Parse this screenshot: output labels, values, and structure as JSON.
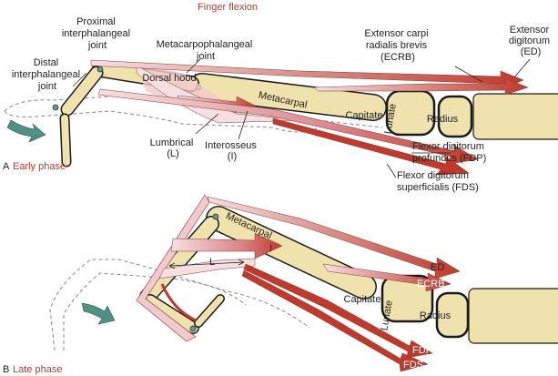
{
  "title": "Finger flexion",
  "colors": {
    "accent": "#c0392b",
    "bone": "#f0e2ad",
    "tendon_light": "#f3d3d6",
    "tendon_dark": "#c0392b",
    "motion_arrow": "#4f8f86"
  },
  "panel_a": {
    "letter": "A",
    "phase": "Early phase",
    "labels": {
      "pip": [
        "Proximal",
        "interphalangeal",
        "joint"
      ],
      "dip": [
        "Distal",
        "interphalangeal",
        "joint"
      ],
      "mcp": [
        "Metacarpophalangeal",
        "joint"
      ],
      "dorsal_hood": "Dorsal hood",
      "metacarpal": "Metacarpal",
      "capitate": "Capitate",
      "lunate": "Lunate",
      "radius": "Radius",
      "lumbrical": [
        "Lumbrical",
        "(L)"
      ],
      "interosseus": [
        "Interosseus",
        "(I)"
      ],
      "ecrb": [
        "Extensor carpi",
        "radialis brevis",
        "(ECRB)"
      ],
      "ed": [
        "Extensor",
        "digitorum",
        "(ED)"
      ],
      "fdp": [
        "Flexor digitorum",
        "profundus (FDP)"
      ],
      "fds": [
        "Flexor digitorum",
        "superficialis (FDS)"
      ]
    }
  },
  "panel_b": {
    "letter": "B",
    "phase": "Late phase",
    "labels": {
      "metacarpal": "Metacarpal",
      "interosseus": "I",
      "lumbrical": "L",
      "ed": "ED",
      "ecrb": "ECRB",
      "capitate": "Capitate",
      "lunate": "Lunate",
      "radius": "Radius",
      "fdp": "FDP",
      "fds": "FDS"
    }
  }
}
